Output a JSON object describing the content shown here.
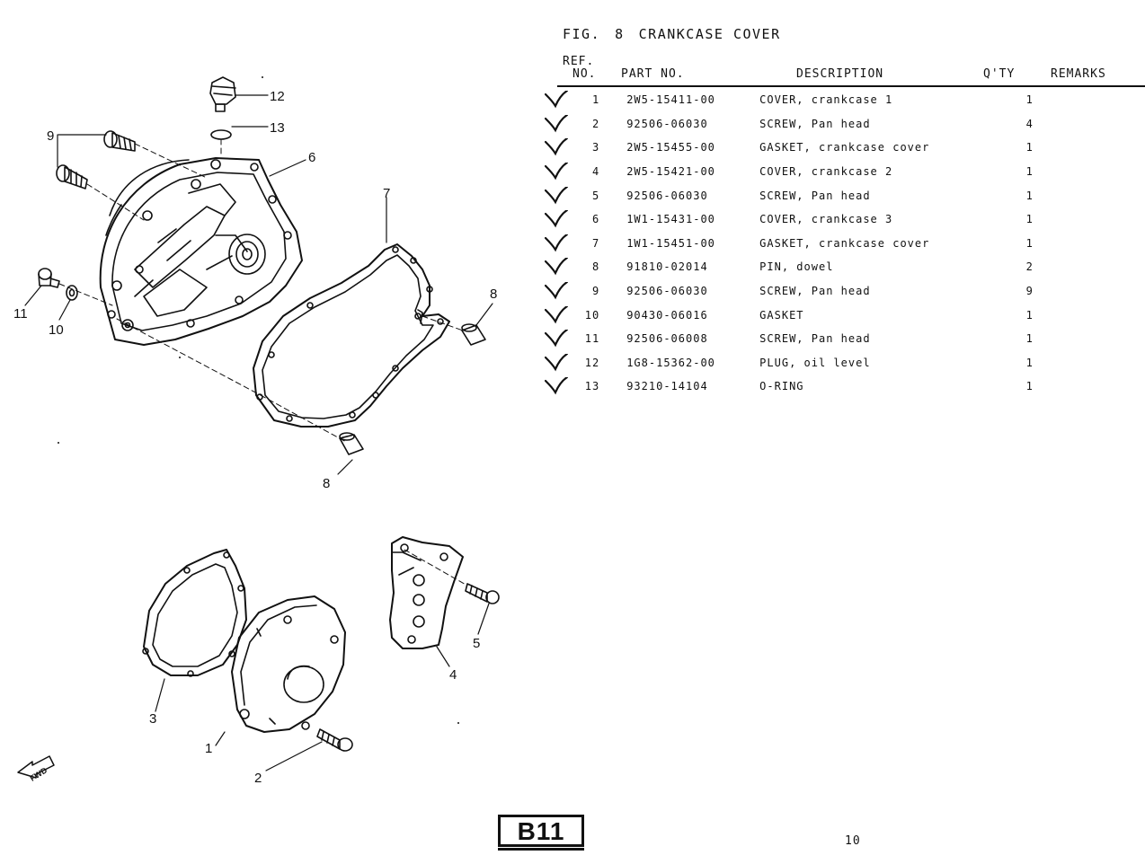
{
  "figure": {
    "fig_label": "FIG.",
    "fig_number": "8",
    "title": "CRANKCASE COVER"
  },
  "table_headers": {
    "ref_line1": "REF.",
    "ref_line2": "NO.",
    "part_no": "PART NO.",
    "description": "DESCRIPTION",
    "qty": "Q'TY",
    "remarks": "REMARKS"
  },
  "parts": [
    {
      "ref": "1",
      "part_no": "2W5-15411-00",
      "description": "COVER, crankcase 1",
      "qty": "1",
      "remarks": ""
    },
    {
      "ref": "2",
      "part_no": "92506-06030",
      "description": "SCREW, Pan head",
      "qty": "4",
      "remarks": ""
    },
    {
      "ref": "3",
      "part_no": "2W5-15455-00",
      "description": "GASKET, crankcase cover",
      "qty": "1",
      "remarks": ""
    },
    {
      "ref": "4",
      "part_no": "2W5-15421-00",
      "description": "COVER, crankcase 2",
      "qty": "1",
      "remarks": ""
    },
    {
      "ref": "5",
      "part_no": "92506-06030",
      "description": "SCREW, Pan head",
      "qty": "1",
      "remarks": ""
    },
    {
      "ref": "6",
      "part_no": "1W1-15431-00",
      "description": "COVER, crankcase 3",
      "qty": "1",
      "remarks": ""
    },
    {
      "ref": "7",
      "part_no": "1W1-15451-00",
      "description": "GASKET, crankcase cover",
      "qty": "1",
      "remarks": ""
    },
    {
      "ref": "8",
      "part_no": "91810-02014",
      "description": "PIN, dowel",
      "qty": "2",
      "remarks": ""
    },
    {
      "ref": "9",
      "part_no": "92506-06030",
      "description": "SCREW, Pan head",
      "qty": "9",
      "remarks": ""
    },
    {
      "ref": "10",
      "part_no": "90430-06016",
      "description": "GASKET",
      "qty": "1",
      "remarks": ""
    },
    {
      "ref": "11",
      "part_no": "92506-06008",
      "description": "SCREW, Pan head",
      "qty": "1",
      "remarks": ""
    },
    {
      "ref": "12",
      "part_no": "1G8-15362-00",
      "description": "PLUG, oil level",
      "qty": "1",
      "remarks": ""
    },
    {
      "ref": "13",
      "part_no": "93210-14104",
      "description": "O-RING",
      "qty": "1",
      "remarks": ""
    }
  ],
  "diagram": {
    "callouts": {
      "c1": "1",
      "c2": "2",
      "c3": "3",
      "c4": "4",
      "c5": "5",
      "c6": "6",
      "c7": "7",
      "c8a": "8",
      "c8b": "8",
      "c9": "9",
      "c10": "10",
      "c11": "11",
      "c12": "12",
      "c13": "13"
    },
    "fwd": "FWD"
  },
  "footer": {
    "section_code": "B11",
    "page_number": "10"
  },
  "icons": {
    "checkmark": "checkmark-icon",
    "forward_arrow": "forward-arrow-icon"
  },
  "colors": {
    "ink": "#111111",
    "paper": "#ffffff"
  }
}
